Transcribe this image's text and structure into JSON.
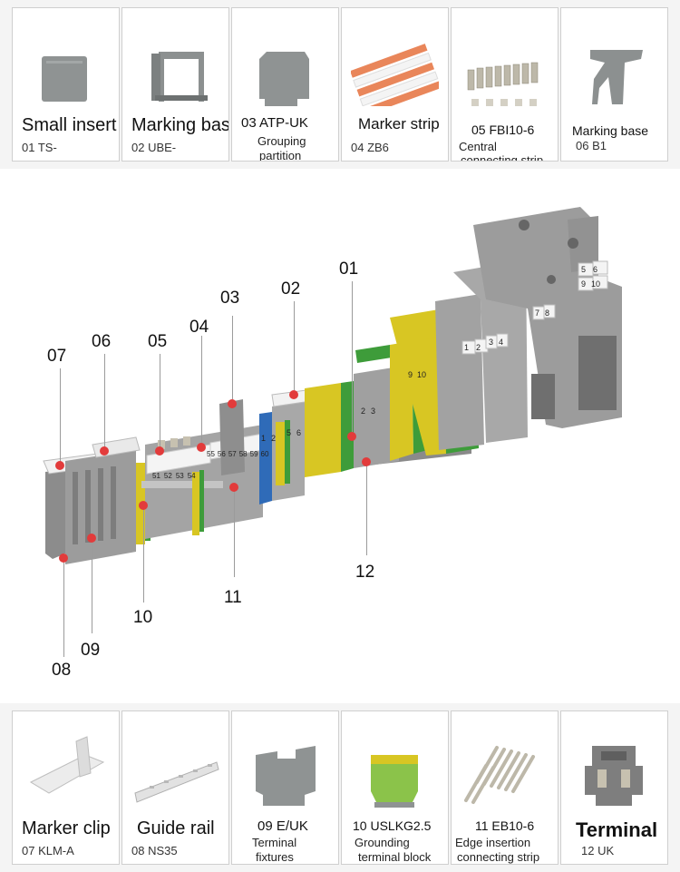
{
  "top_items": [
    {
      "title": "Small insert",
      "code": "01 TS-",
      "icon": "small-insert-plate"
    },
    {
      "title": "Marking base",
      "code": "02 UBE-",
      "icon": "marking-base-bracket"
    },
    {
      "title": "03  ATP-UK",
      "code": "",
      "sub": [
        "Grouping",
        "partition"
      ],
      "icon": "grouping-partition-plate"
    },
    {
      "title": "Marker strip",
      "code": "04 ZB6",
      "icon": "marker-strips"
    },
    {
      "title": "05 FBI10-6",
      "code": "",
      "sub": [
        "Central",
        "connecting strip"
      ],
      "icon": "central-connecting-strip"
    },
    {
      "title": "Marking base",
      "code": "06 B1",
      "icon": "marking-base-b1"
    }
  ],
  "bottom_items": [
    {
      "title": "Marker clip",
      "code": "07 KLM-A",
      "icon": "marker-clip"
    },
    {
      "title": "Guide rail",
      "code": "08 NS35",
      "icon": "guide-rail"
    },
    {
      "title": "09  E/UK",
      "code": "",
      "sub": [
        "Terminal",
        "fixtures"
      ],
      "icon": "terminal-fixture"
    },
    {
      "title": "10 USLKG2.5",
      "code": "",
      "sub": [
        "Grounding",
        "terminal block"
      ],
      "icon": "grounding-terminal-block"
    },
    {
      "title": "11 EB10-6",
      "code": "",
      "sub": [
        "Edge insertion",
        "connecting strip"
      ],
      "icon": "edge-insertion-strip"
    },
    {
      "title": "Terminal",
      "code": "12 UK",
      "icon": "terminal-block"
    }
  ],
  "callouts": [
    "01",
    "02",
    "03",
    "04",
    "05",
    "06",
    "07",
    "08",
    "09",
    "10",
    "11",
    "12"
  ],
  "marker_labels": {
    "strip_a": [
      "51",
      "52",
      "53",
      "54"
    ],
    "strip_b": [
      "55",
      "56",
      "57",
      "58",
      "59",
      "60"
    ],
    "blue": [
      "1",
      "2"
    ],
    "yellow": [
      "5",
      "6"
    ],
    "row_mid": [
      "2",
      "3"
    ],
    "row_mid2": [
      "9",
      "10"
    ],
    "big1": [
      "1",
      "2"
    ],
    "big2": [
      "3",
      "4"
    ],
    "big3": [
      "7",
      "8"
    ],
    "big4": [
      "5",
      "6"
    ],
    "big5": [
      "9",
      "10"
    ]
  },
  "colors": {
    "grey": "#9a9a9a",
    "dark_grey": "#7e7e7e",
    "yellow": "#d8c623",
    "green": "#3e9c3a",
    "blue": "#2f6bb8",
    "red": "#e23b3b",
    "orange": "#e9865a"
  }
}
